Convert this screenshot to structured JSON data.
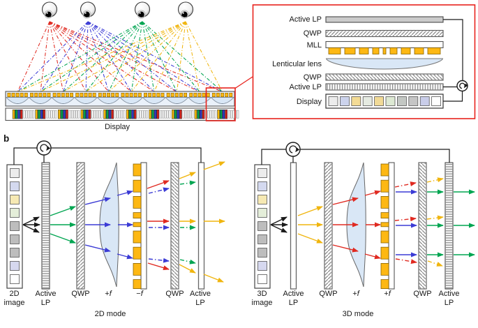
{
  "panel_a": {
    "display_label": "Display",
    "fan_order": [
      "red",
      "blue",
      "green",
      "yellow"
    ],
    "pixel_colors": [
      "#f2b707",
      "#019d4c",
      "#2c37c0",
      "#d0201a"
    ]
  },
  "inset": {
    "labels": {
      "active_lp_top": "Active LP",
      "qwp_top": "QWP",
      "mll": "MLL",
      "lenticular": "Lenticular lens",
      "qwp_bottom": "QWP",
      "active_lp_bottom": "Active LP",
      "display": "Display"
    },
    "display_squares": [
      "#ececec",
      "#ccd3ec",
      "#f3db95",
      "#e5eae1",
      "#f1da97",
      "#dde9d3",
      "#c3c7c3",
      "#c5c5c5",
      "#c9cde9",
      "#ffffff"
    ]
  },
  "panel_b": {
    "label": "b",
    "image_squares": [
      "#ececec",
      "#d4d9ef",
      "#f6e9b3",
      "#e4eed9",
      "#bdbdbd",
      "#bdbdbd",
      "#bdbdbd",
      "#d6d8ef",
      "#ffffff"
    ],
    "modes": {
      "d2": {
        "image_line1": "2D",
        "image_line2": "image",
        "active_lp_1a": "Active",
        "active_lp_1b": "LP",
        "qwp1": "QWP",
        "lens1_sign": "+",
        "lens1_f": "f",
        "lens2_sign": "−",
        "lens2_f": "f",
        "qwp2": "QWP",
        "active_lp_2a": "Active",
        "active_lp_2b": "LP",
        "caption": "2D mode"
      },
      "d3": {
        "image_line1": "3D",
        "image_line2": "image",
        "active_lp_1a": "Active",
        "active_lp_1b": "LP",
        "qwp1": "QWP",
        "lens1_sign": "+",
        "lens1_f": "f",
        "lens2_sign": "+",
        "lens2_f": "f",
        "qwp2": "QWP",
        "active_lp_2a": "Active",
        "active_lp_2b": "LP",
        "caption": "3D mode"
      }
    }
  },
  "colors": {
    "black": "#1a1a1a",
    "red": "#e02a21",
    "blue": "#3b3bd5",
    "green": "#00a551",
    "yellow": "#f0b50e",
    "accent_box": "#e8231d",
    "lens_fill": "#d9e7f6",
    "lens_bar_fill": "#eaf1fa",
    "mll_yellow": "#fdb813",
    "mll_border": "#8a6400",
    "bar_stroke": "#555555",
    "wire": "#1a1a1a"
  }
}
